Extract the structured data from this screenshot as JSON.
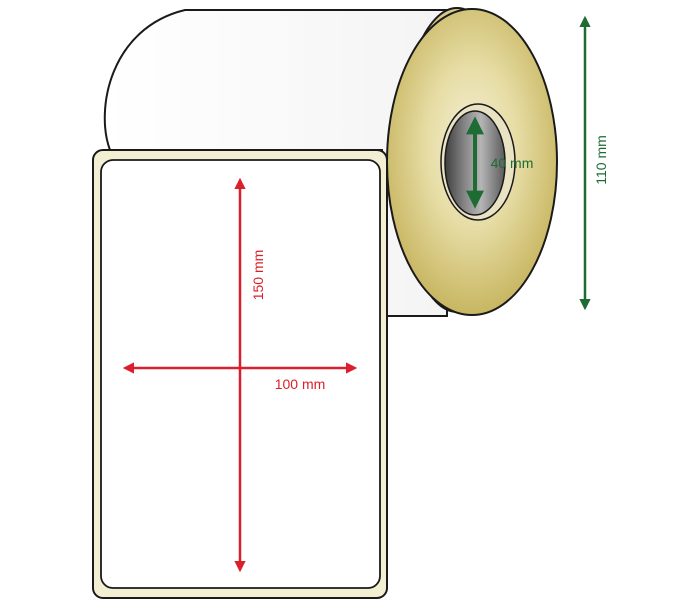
{
  "dimensions": {
    "label_height": "150 mm",
    "label_width": "100 mm",
    "core_diameter": "40 mm",
    "roll_diameter": "110 mm"
  },
  "colors": {
    "label_arrow": "#d9202b",
    "core_arrow": "#1e6b34",
    "roll_face_light": "#f3eecf",
    "roll_face_dark": "#c5b25a",
    "core_dark": "#4a4a4a",
    "liner": "#f2efd2",
    "outline": "#1a1a1a"
  }
}
